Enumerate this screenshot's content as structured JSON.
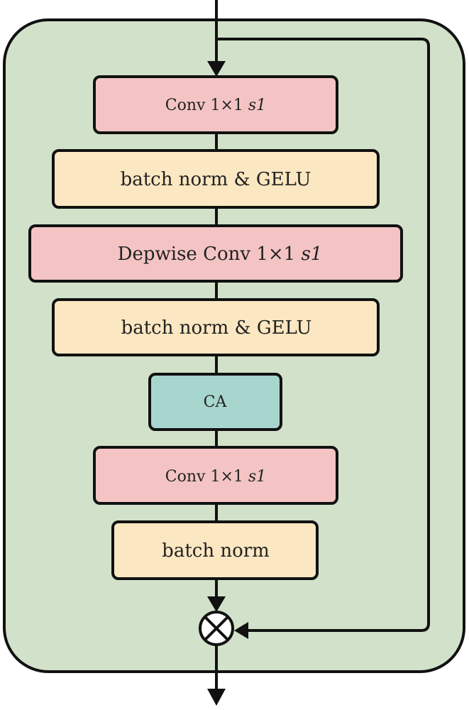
{
  "colors": {
    "background": "#ffffff",
    "container_fill": "#d2e1c9",
    "conv_fill": "#f4c4c4",
    "norm_fill": "#fbe7c1",
    "ca_fill": "#a7d6ce",
    "stroke": "#111111"
  },
  "blocks": [
    {
      "id": "conv-top",
      "label": "Conv 1×1 ",
      "suffix": "s1"
    },
    {
      "id": "bn-gelu-1",
      "label": "batch norm & GELU",
      "suffix": ""
    },
    {
      "id": "depwise-conv",
      "label": "Depwise Conv 1×1 ",
      "suffix": "s1"
    },
    {
      "id": "bn-gelu-2",
      "label": "batch norm & GELU",
      "suffix": ""
    },
    {
      "id": "ca",
      "label": "CA",
      "suffix": ""
    },
    {
      "id": "conv-bottom",
      "label": "Conv 1×1 ",
      "suffix": "s1"
    },
    {
      "id": "bn-final",
      "label": "batch norm",
      "suffix": ""
    }
  ],
  "merge_symbol": "⊗",
  "icons": {
    "merge": "multiply-circle-icon",
    "arrows": "arrowhead-icon"
  }
}
